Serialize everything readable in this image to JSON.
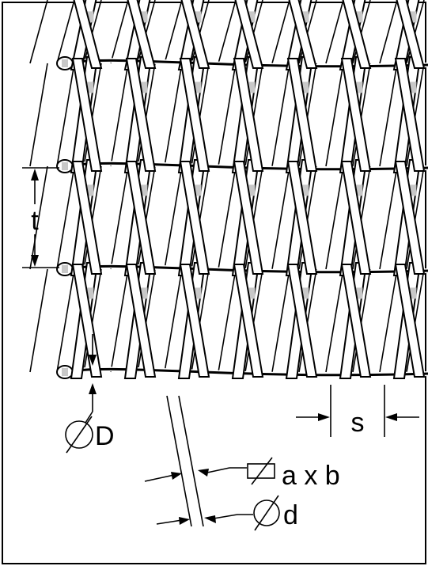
{
  "diagram": {
    "labels": {
      "pitch": "t",
      "spacing": "s",
      "rod_diameter": "D",
      "flat_wire": "a x b",
      "wire_diameter": "d"
    },
    "colors": {
      "line": "#000000",
      "background": "#ffffff",
      "shade": "#c8c8c8"
    },
    "symbols": {
      "diameter": "diameter-symbol-icon",
      "rectangle": "rectangular-section-icon"
    }
  }
}
